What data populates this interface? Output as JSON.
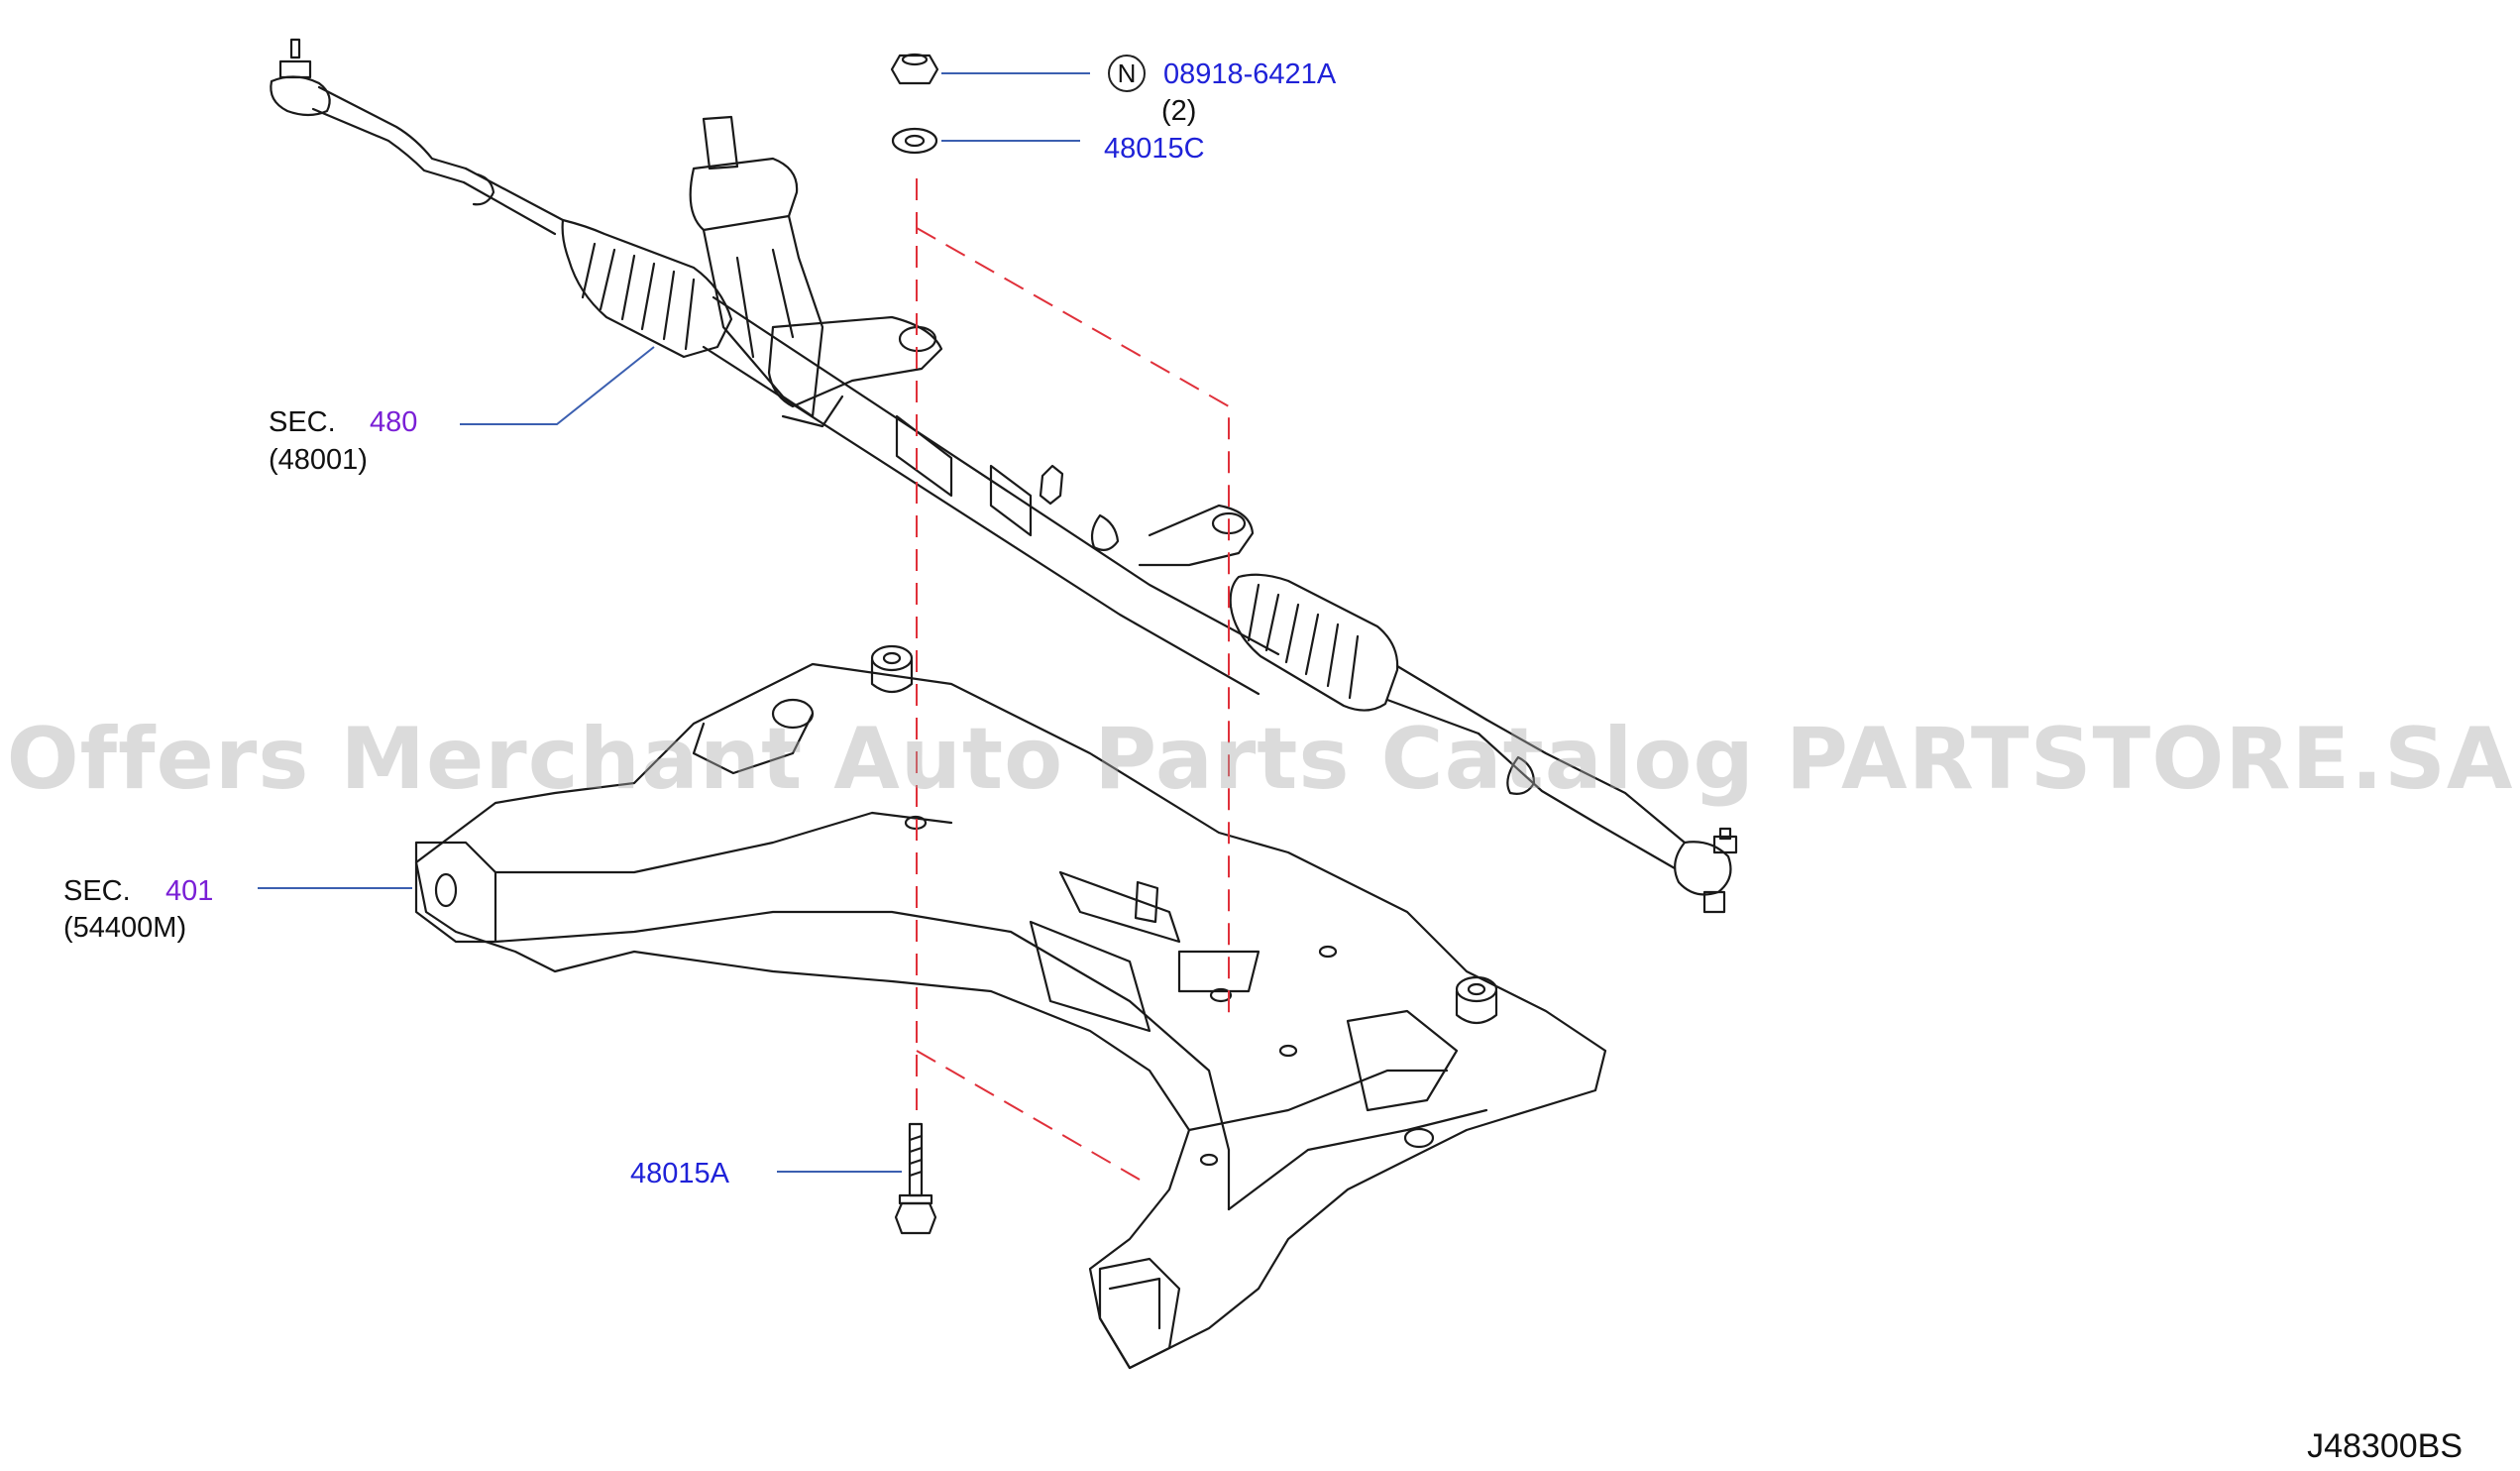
{
  "callouts": {
    "nut": {
      "marker": "N",
      "part_no": "08918-6421A",
      "qty": "(2)"
    },
    "washer": {
      "part_no": "48015C"
    },
    "steering_gear": {
      "prefix": "SEC.",
      "section": "480",
      "ref": "(48001)"
    },
    "member": {
      "prefix": "SEC.",
      "section": "401",
      "ref": "(54400M)"
    },
    "bolt": {
      "part_no": "48015A"
    }
  },
  "watermark": "Offers Merchant Auto Parts Catalog PARTSTORE.SA",
  "diagram_code": "J48300BS",
  "colors": {
    "part_link": "#1f22d8",
    "section_link": "#7a1fd6",
    "leader": "#3b5fb0",
    "dashed_line": "#e0303a"
  }
}
